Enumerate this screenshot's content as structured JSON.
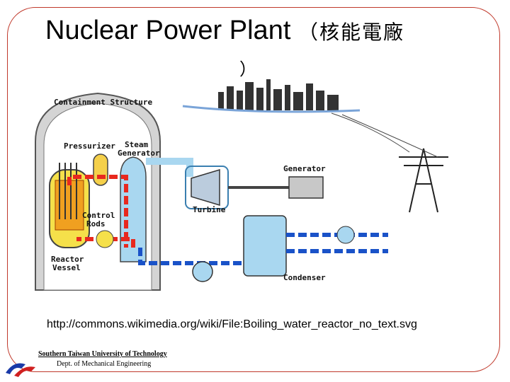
{
  "slide": {
    "title": "Nuclear Power Plant",
    "title_cjk": "（核能電廠",
    "title_close": "）",
    "source_url": "http://commons.wikimedia.org/wiki/File:Boiling_water_reactor_no_text.svg",
    "footer_org": "Southern Taiwan University of Technology",
    "footer_dept": "Dept. of Mechanical Engineering"
  },
  "diagram": {
    "labels": {
      "containment": "Containment Structure",
      "pressurizer": "Pressurizer",
      "steam_gen_1": "Steam",
      "steam_gen_2": "Generator",
      "generator": "Generator",
      "turbine": "Turbine",
      "control_rods_1": "Control",
      "control_rods_2": "Rods",
      "reactor_1": "Reactor",
      "reactor_2": "Vessel",
      "condenser": "Condenser"
    },
    "colors": {
      "hot": "#e8281e",
      "cold": "#1a52c8",
      "water": "#a9d7f0",
      "reactor": "#f5e04a",
      "building": "#c8c8c8"
    }
  }
}
